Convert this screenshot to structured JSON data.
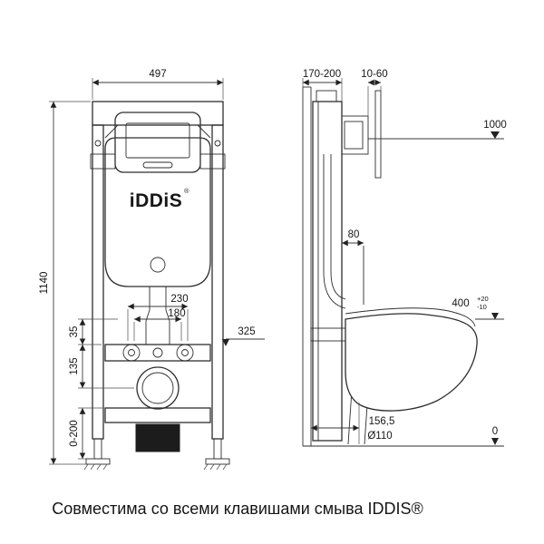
{
  "caption": "Совместима со всеми клавишами смыва IDDIS®",
  "front_view": {
    "brand_logo": "iDDiS",
    "registered_mark": "®",
    "dims": {
      "overall_width": "497",
      "overall_height": "1140",
      "bolt_spacing_outer": "230",
      "bolt_spacing_inner": "180",
      "bolt_offset": "35",
      "drain_offset": "135",
      "drain_height": "325",
      "leg_adjust_range": "0-200"
    }
  },
  "side_view": {
    "dims": {
      "install_depth": "170-200",
      "finish_thickness": "10-60",
      "top_level": "1000",
      "pipe_offset": "80",
      "bowl_height": "400",
      "bowl_height_tol_plus": "+20",
      "bowl_height_tol_minus": "-10",
      "drain_distance": "156,5",
      "drain_diameter": "Ø110",
      "floor_level": "0"
    }
  }
}
